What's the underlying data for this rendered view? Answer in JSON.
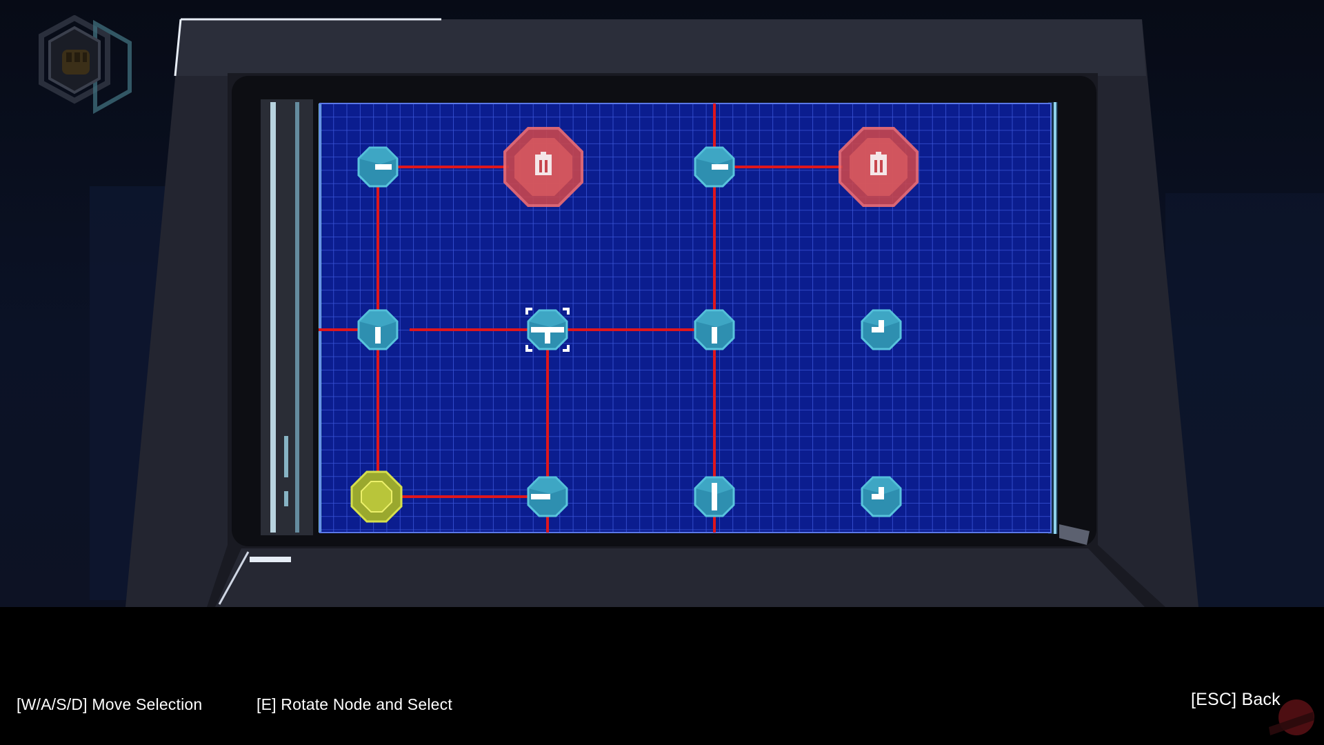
{
  "controls": {
    "move": "[W/A/S/D] Move Selection",
    "rotate": "[E] Rotate Node and Select",
    "back": "[ESC] Back"
  },
  "hud": {
    "badge_icon": "fist-icon"
  },
  "puzzle": {
    "grid_color": "#3f55d8",
    "board_color": "#0a1a8c",
    "wire_color": "#e0161c",
    "node_color": "#3fa8c4",
    "target_color": "#e0474d",
    "source_color": "#b9c53a",
    "nodes": [
      {
        "id": "n-1-1",
        "kind": "connector",
        "col": 1,
        "row": 1
      },
      {
        "id": "t-1-2",
        "kind": "target",
        "col": 2,
        "row": 1
      },
      {
        "id": "n-1-3",
        "kind": "connector",
        "col": 3,
        "row": 1
      },
      {
        "id": "t-1-4",
        "kind": "target",
        "col": 4,
        "row": 1
      },
      {
        "id": "n-2-1",
        "kind": "connector",
        "col": 1,
        "row": 2
      },
      {
        "id": "n-2-2",
        "kind": "connector-selected",
        "col": 2,
        "row": 2
      },
      {
        "id": "n-2-3",
        "kind": "connector",
        "col": 3,
        "row": 2
      },
      {
        "id": "n-2-4",
        "kind": "connector",
        "col": 4,
        "row": 2
      },
      {
        "id": "s-3-1",
        "kind": "source",
        "col": 1,
        "row": 3
      },
      {
        "id": "n-3-2",
        "kind": "connector",
        "col": 2,
        "row": 3
      },
      {
        "id": "n-3-3",
        "kind": "connector",
        "col": 3,
        "row": 3
      },
      {
        "id": "n-3-4",
        "kind": "connector",
        "col": 4,
        "row": 3
      }
    ]
  },
  "watermark": {
    "icon": "playground-logo-icon"
  }
}
